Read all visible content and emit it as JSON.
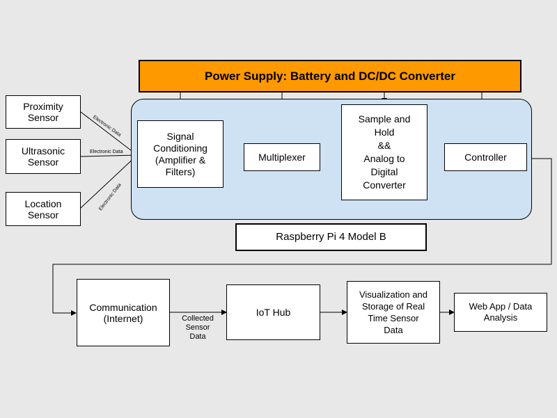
{
  "power_supply": "Power Supply: Battery and DC/DC Converter",
  "sensors": {
    "proximity": "Proximity\nSensor",
    "ultrasonic": "Ultrasonic\nSensor",
    "location": "Location\nSensor"
  },
  "edge_labels": {
    "proximity": "Electronic Data",
    "ultrasonic": "Electronic Data",
    "location": "Electronic Data",
    "collected": "Collected\nSensor\nData"
  },
  "rpi": {
    "signal_conditioning": "Signal\nConditioning\n(Amplifier &\nFilters)",
    "multiplexer": "Multiplexer",
    "sample_hold": "Sample and\nHold\n&&\nAnalog to\nDigital\nConverter",
    "controller": "Controller",
    "label": "Raspberry Pi 4 Model B"
  },
  "pipeline": {
    "communication": "Communication\n(Internet)",
    "iot_hub": "IoT Hub",
    "visualization": "Visualization and\nStorage of Real\nTime Sensor\nData",
    "web_app": "Web App / Data\nAnalysis"
  },
  "colors": {
    "power": "#ff9900",
    "rpi_region": "#cfe2f3",
    "background": "#e8e8e8"
  }
}
